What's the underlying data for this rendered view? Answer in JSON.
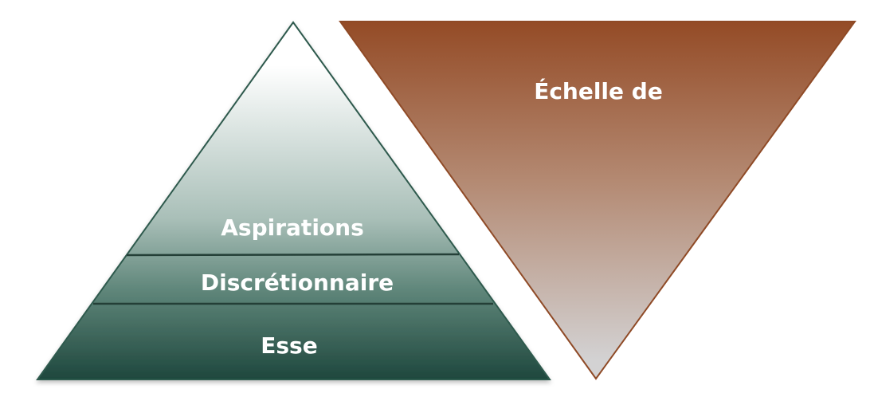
{
  "pyramid": {
    "levels": [
      {
        "label": "Aspirations"
      },
      {
        "label": "Discrétionnaire"
      },
      {
        "label": "Esse"
      }
    ],
    "colors": {
      "top": "#ffffff",
      "bottom": "#1e473d",
      "outline": "#2f5a4e"
    }
  },
  "inverted_triangle": {
    "label": "Échelle de",
    "colors": {
      "top": "#944b26",
      "bottom": "#d3d2d3",
      "outline": "#8f4a26"
    }
  }
}
